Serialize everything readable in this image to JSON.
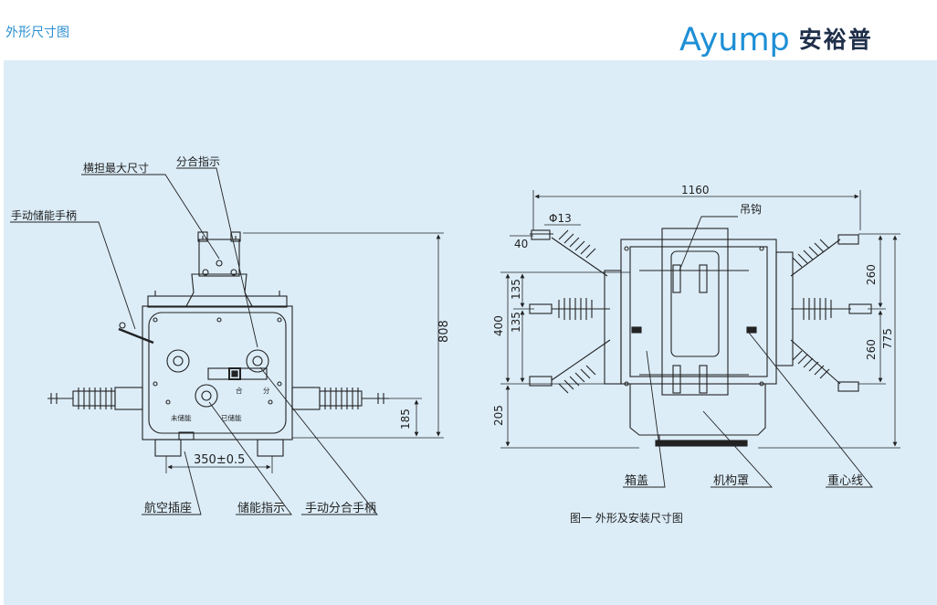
{
  "header": {
    "section_title": "外形尺寸图",
    "logo_text": "Ayump",
    "logo_cn": "安裕普"
  },
  "colors": {
    "accent": "#2a8fd0",
    "panel_bg": "#dcedf8",
    "line": "#222222"
  },
  "left_drawing": {
    "labels": {
      "crossarm": "横担最大尺寸",
      "indicator": "分合指示",
      "manual_handle": "手动储能手柄",
      "aviation_socket": "航空插座",
      "storage_indicator": "储能指示",
      "manual_switch_handle": "手动分合手柄",
      "not_stored": "未储能",
      "stored": "已储能",
      "close": "合",
      "open": "分"
    },
    "dimensions": {
      "height": "808",
      "bottom": "185",
      "spacing": "350±0.5"
    }
  },
  "right_drawing": {
    "labels": {
      "hook": "吊钩",
      "cover": "箱盖",
      "mechanism_cover": "机构罩",
      "center_line": "重心线"
    },
    "dimensions": {
      "width": "1160",
      "hole": "Φ13",
      "offset": "40",
      "d400": "400",
      "d135a": "135",
      "d135b": "135",
      "d205": "205",
      "d260a": "260",
      "d260b": "260",
      "d775": "775"
    },
    "caption": "图一  外形及安装尺寸图"
  }
}
